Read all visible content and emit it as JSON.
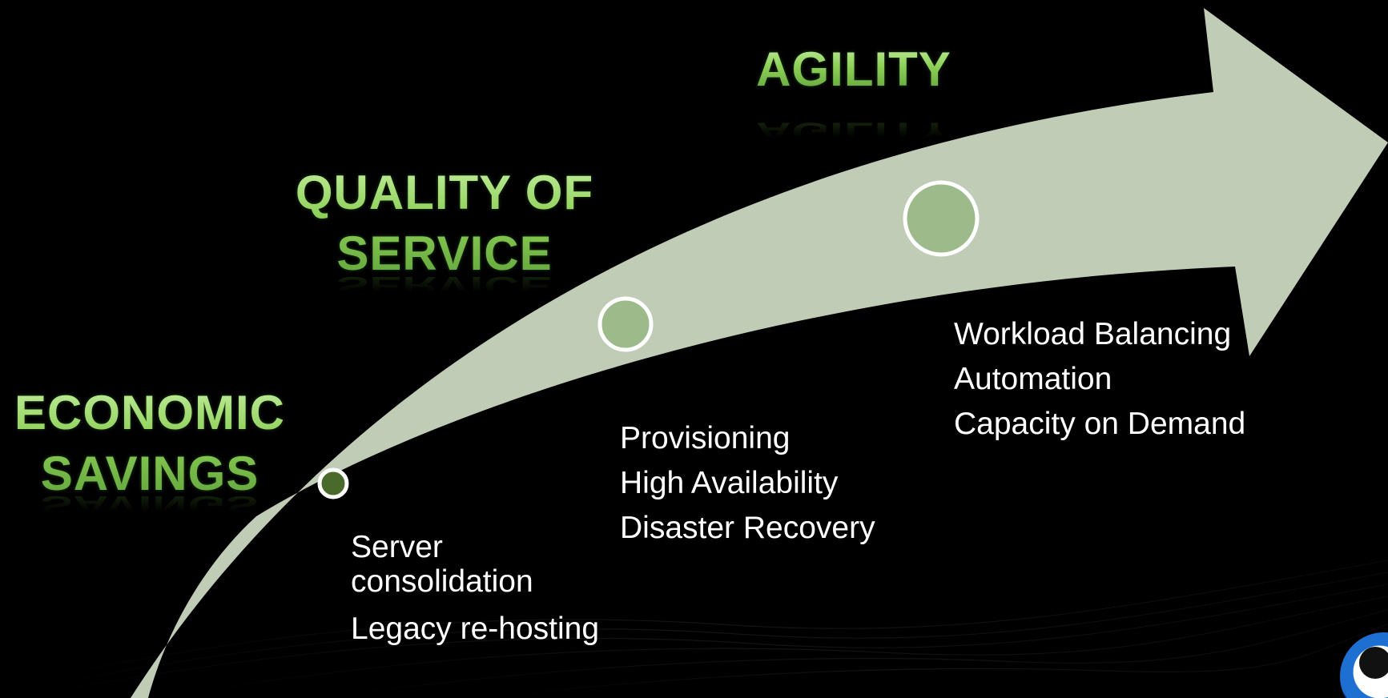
{
  "stages": {
    "economic": {
      "title_line1": "ECONOMIC",
      "title_line2": "SAVINGS",
      "items": [
        "Server",
        "consolidation",
        "Legacy re-hosting"
      ]
    },
    "quality": {
      "title_line1": "QUALITY OF",
      "title_line2": "SERVICE",
      "items": [
        "Provisioning",
        "High Availability",
        "Disaster Recovery"
      ]
    },
    "agility": {
      "title_line1": "AGILITY",
      "items": [
        "Workload Balancing",
        "Automation",
        "Capacity on Demand"
      ]
    }
  },
  "colors": {
    "arrow": "#c0ccb6",
    "title_green": "#8fd05e",
    "dot_small": "#4a6a2c",
    "dot_medium": "#9dba8a",
    "dot_large": "#9dba8a",
    "dot_ring": "#ffffff",
    "text": "#ffffff",
    "background": "#000000"
  },
  "logo": {
    "icon": "partial-round-logo-icon"
  }
}
